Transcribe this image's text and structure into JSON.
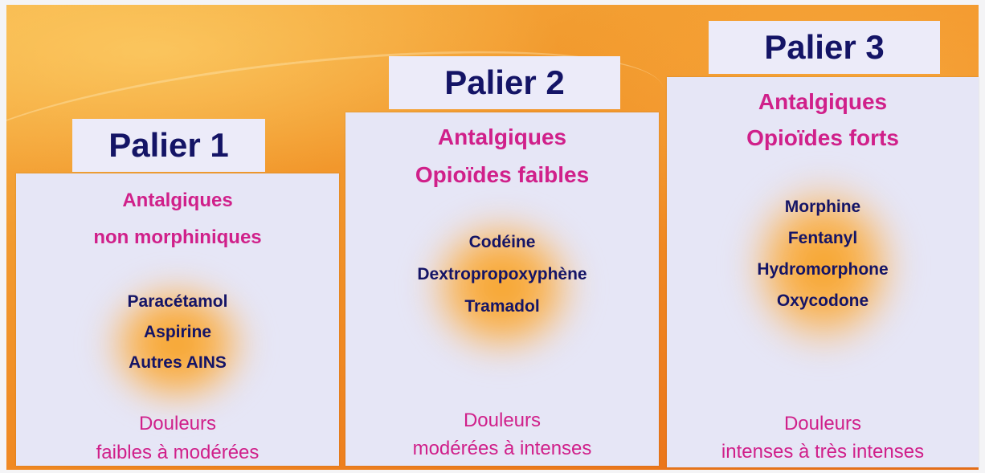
{
  "tiers": [
    {
      "palier": "Palier 1",
      "category_lines": [
        "Antalgiques",
        "non morphiniques"
      ],
      "drugs": [
        "Paracétamol",
        "Aspirine",
        "Autres AINS"
      ],
      "pain_lines": [
        "Douleurs",
        "faibles à modérées"
      ]
    },
    {
      "palier": "Palier 2",
      "category_lines": [
        "Antalgiques",
        "Opioïdes faibles"
      ],
      "drugs": [
        "Codéine",
        "Dextropropoxyphène",
        "Tramadol"
      ],
      "pain_lines": [
        "Douleurs",
        "modérées à intenses"
      ]
    },
    {
      "palier": "Palier 3",
      "category_lines": [
        "Antalgiques",
        "Opioïdes forts"
      ],
      "drugs": [
        "Morphine",
        "Fentanyl",
        "Hydromorphone",
        "Oxycodone"
      ],
      "pain_lines": [
        "Douleurs",
        "intenses à très intenses"
      ]
    }
  ],
  "colors": {
    "background": "#f29a2e",
    "box": "#e6e6f6",
    "tab": "#ecebf9",
    "navy": "#141466",
    "magenta": "#d0208a"
  }
}
